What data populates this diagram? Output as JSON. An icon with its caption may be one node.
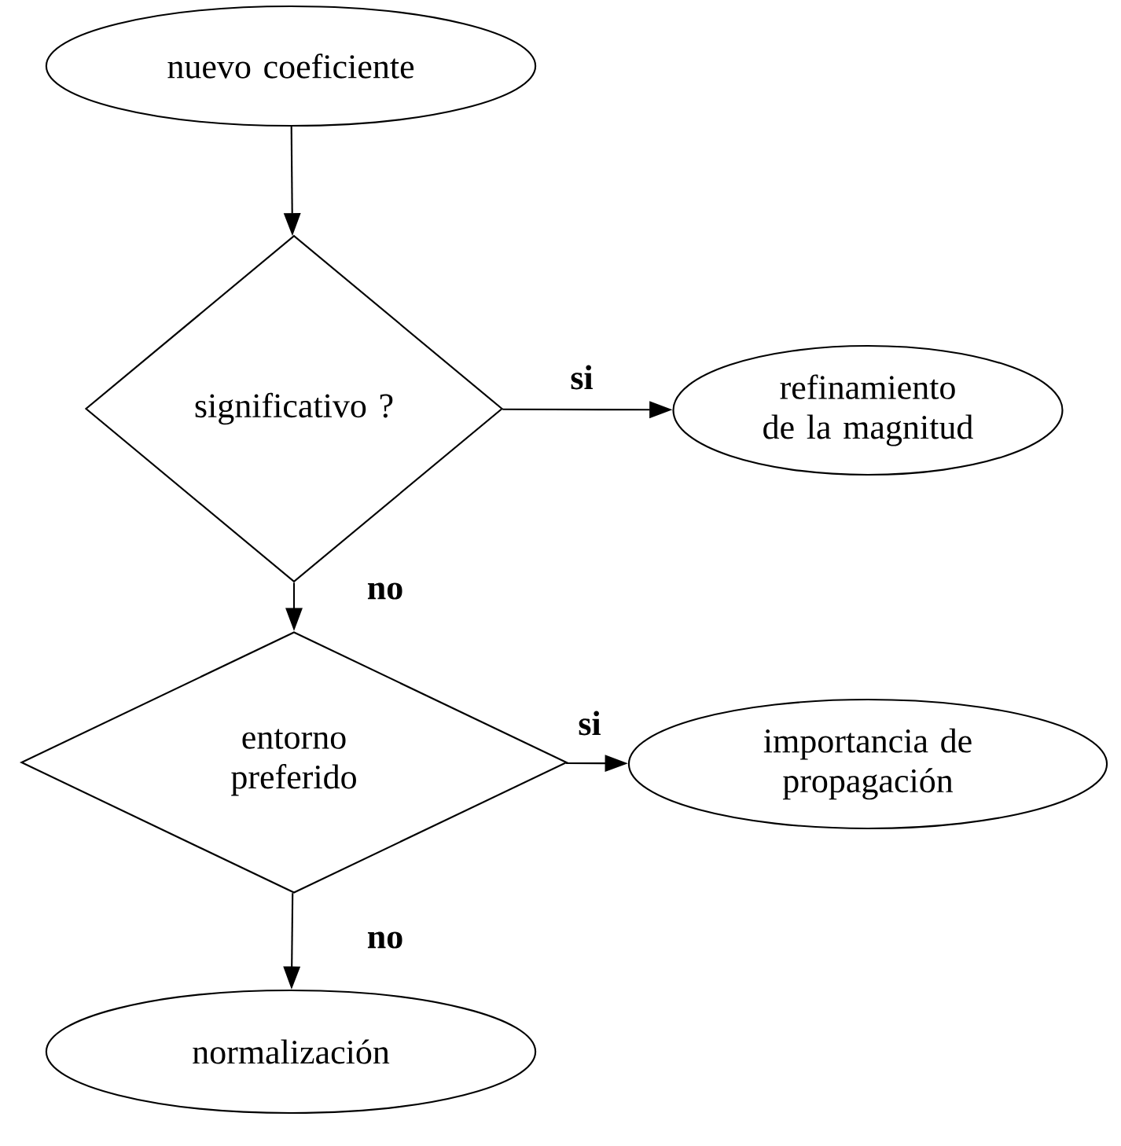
{
  "diagram": {
    "nodes": [
      {
        "text": [
          "nuevo coeficiente"
        ]
      },
      {
        "text": [
          "significativo ?"
        ]
      },
      {
        "text": [
          "refinamiento de la magnitud"
        ]
      },
      {
        "text": [
          "entorno preferido"
        ]
      },
      {
        "text": [
          "importancia de propagación"
        ]
      },
      {
        "text": [
          "normalización"
        ]
      }
    ],
    "edges": [
      {
        "from": 0,
        "to": 1,
        "arrow": "to"
      },
      {
        "from": 1,
        "to": 2,
        "arrow": "to",
        "label": "si"
      },
      {
        "from": 1,
        "to": 3,
        "arrow": "to",
        "label": "no"
      },
      {
        "from": 3,
        "to": 4,
        "arrow": "to",
        "label": "si"
      },
      {
        "from": 3,
        "to": 5,
        "arrow": "to",
        "label": "no"
      }
    ]
  }
}
